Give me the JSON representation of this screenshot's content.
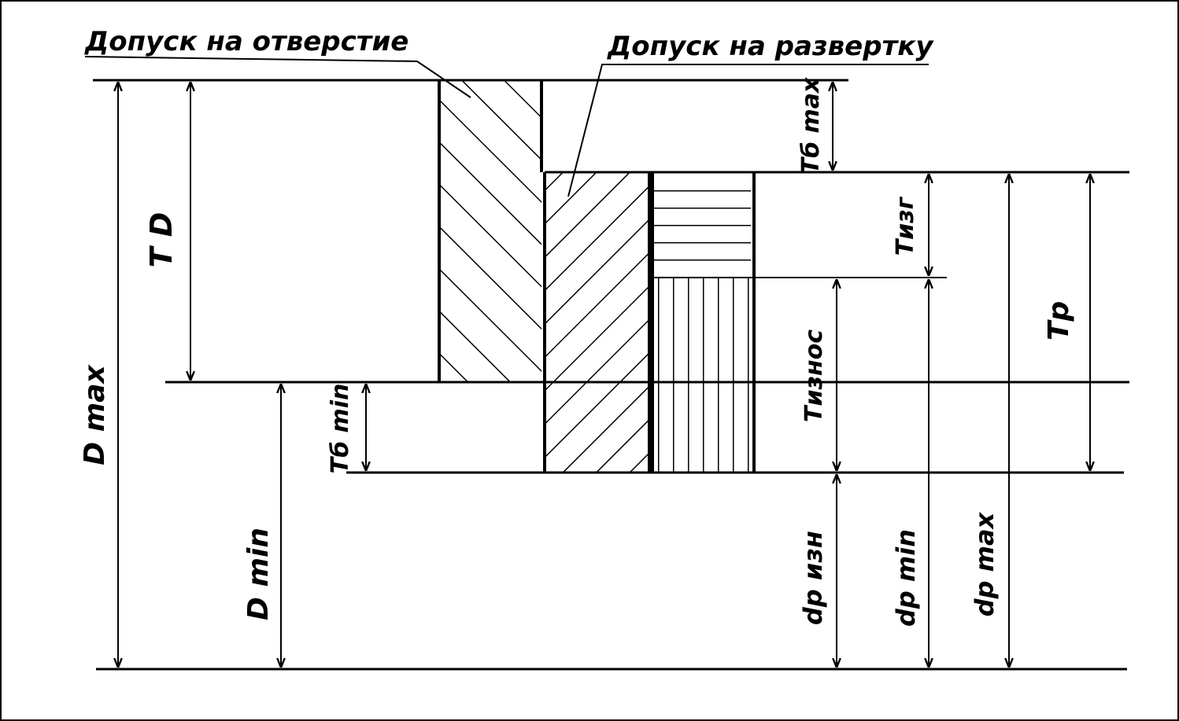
{
  "labels": {
    "hole_tolerance": "Допуск на отверстие",
    "reamer_tolerance": "Допуск на развертку",
    "td": "T D",
    "d_max": "D max",
    "d_min": "D min",
    "tb_max": "Tб max",
    "tb_min": "Tб min",
    "t_izg": "Tизг",
    "t_iznos": "Tизнос",
    "t_p": "Tp",
    "dp_izn": "dp изн",
    "dp_min": "dp min",
    "dp_max": "dp max"
  }
}
